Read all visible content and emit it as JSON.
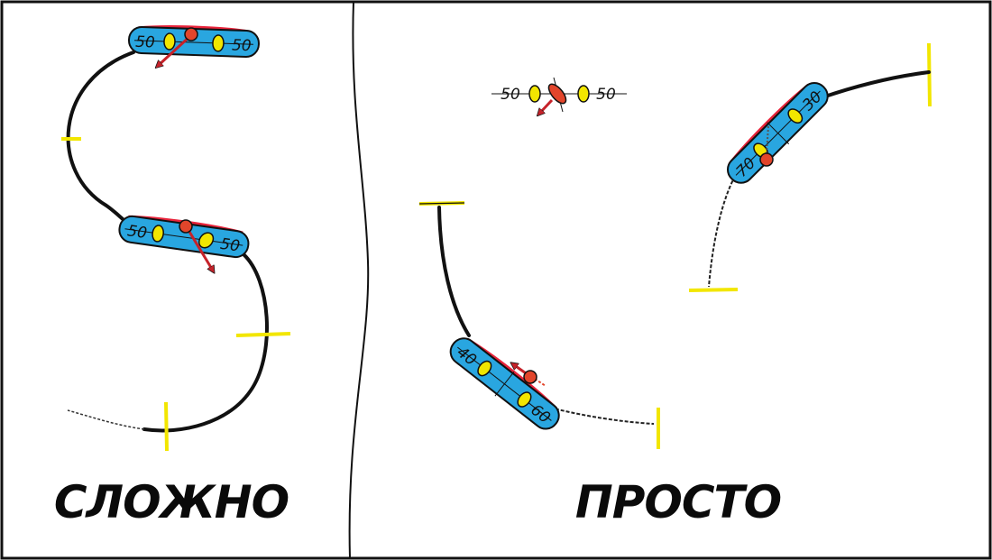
{
  "left_panel": {
    "caption": "СЛОЖНО",
    "board_top": {
      "left": "50",
      "right": "50"
    },
    "board_middle": {
      "left": "50",
      "right": "50"
    }
  },
  "right_panel": {
    "caption": "ПРОСТО",
    "legend": {
      "left": "50",
      "right": "50"
    },
    "board_lower": {
      "left": "40",
      "right": "60"
    },
    "board_upper": {
      "left": "70",
      "right": "30"
    }
  },
  "colors": {
    "board": "#29a6e0",
    "binding": "#f2e600",
    "weight_marker": "#e2452b",
    "edge_highlight": "#e8233a",
    "checkpoint": "#f2e600",
    "track": "#111111"
  }
}
